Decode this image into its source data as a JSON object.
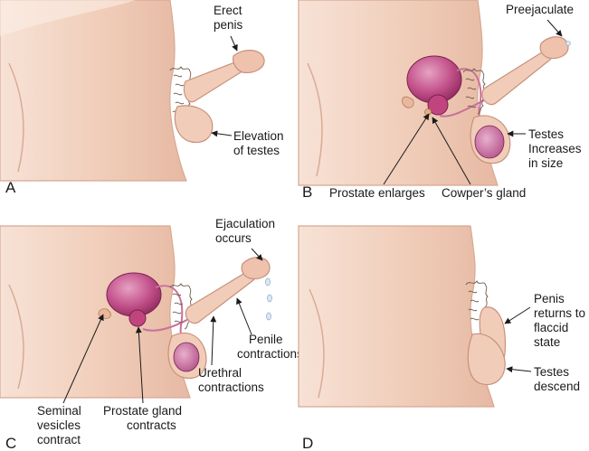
{
  "colors": {
    "skin": "#f2d2c0",
    "skin_shade": "#e3b5a0",
    "outline": "#c9907c",
    "organ": "#b8417a",
    "organ_light": "#d98ab0",
    "hair": "#7a6a55",
    "droplet": "#bcd3ea"
  },
  "panels": [
    {
      "letter": "A",
      "labels": [
        {
          "lines": [
            "Erect",
            "penis"
          ]
        },
        {
          "lines": [
            "Elevation",
            "of testes"
          ]
        }
      ]
    },
    {
      "letter": "B",
      "labels": [
        {
          "lines": [
            "Preejaculate"
          ]
        },
        {
          "lines": [
            "Testes",
            "Increases",
            "in size"
          ]
        },
        {
          "lines": [
            "Prostate enlarges"
          ]
        },
        {
          "lines": [
            "Cowper’s gland"
          ]
        }
      ]
    },
    {
      "letter": "C",
      "labels": [
        {
          "lines": [
            "Ejaculation",
            "occurs"
          ]
        },
        {
          "lines": [
            "Penile",
            "contractions"
          ]
        },
        {
          "lines": [
            "Urethral",
            "contractions"
          ]
        },
        {
          "lines": [
            "Seminal",
            "vesicles",
            "contract"
          ]
        },
        {
          "lines": [
            "Prostate gland",
            "contracts"
          ]
        }
      ]
    },
    {
      "letter": "D",
      "labels": [
        {
          "lines": [
            "Penis",
            "returns to",
            "flaccid",
            "state"
          ]
        },
        {
          "lines": [
            "Testes",
            "descend"
          ]
        }
      ]
    }
  ]
}
